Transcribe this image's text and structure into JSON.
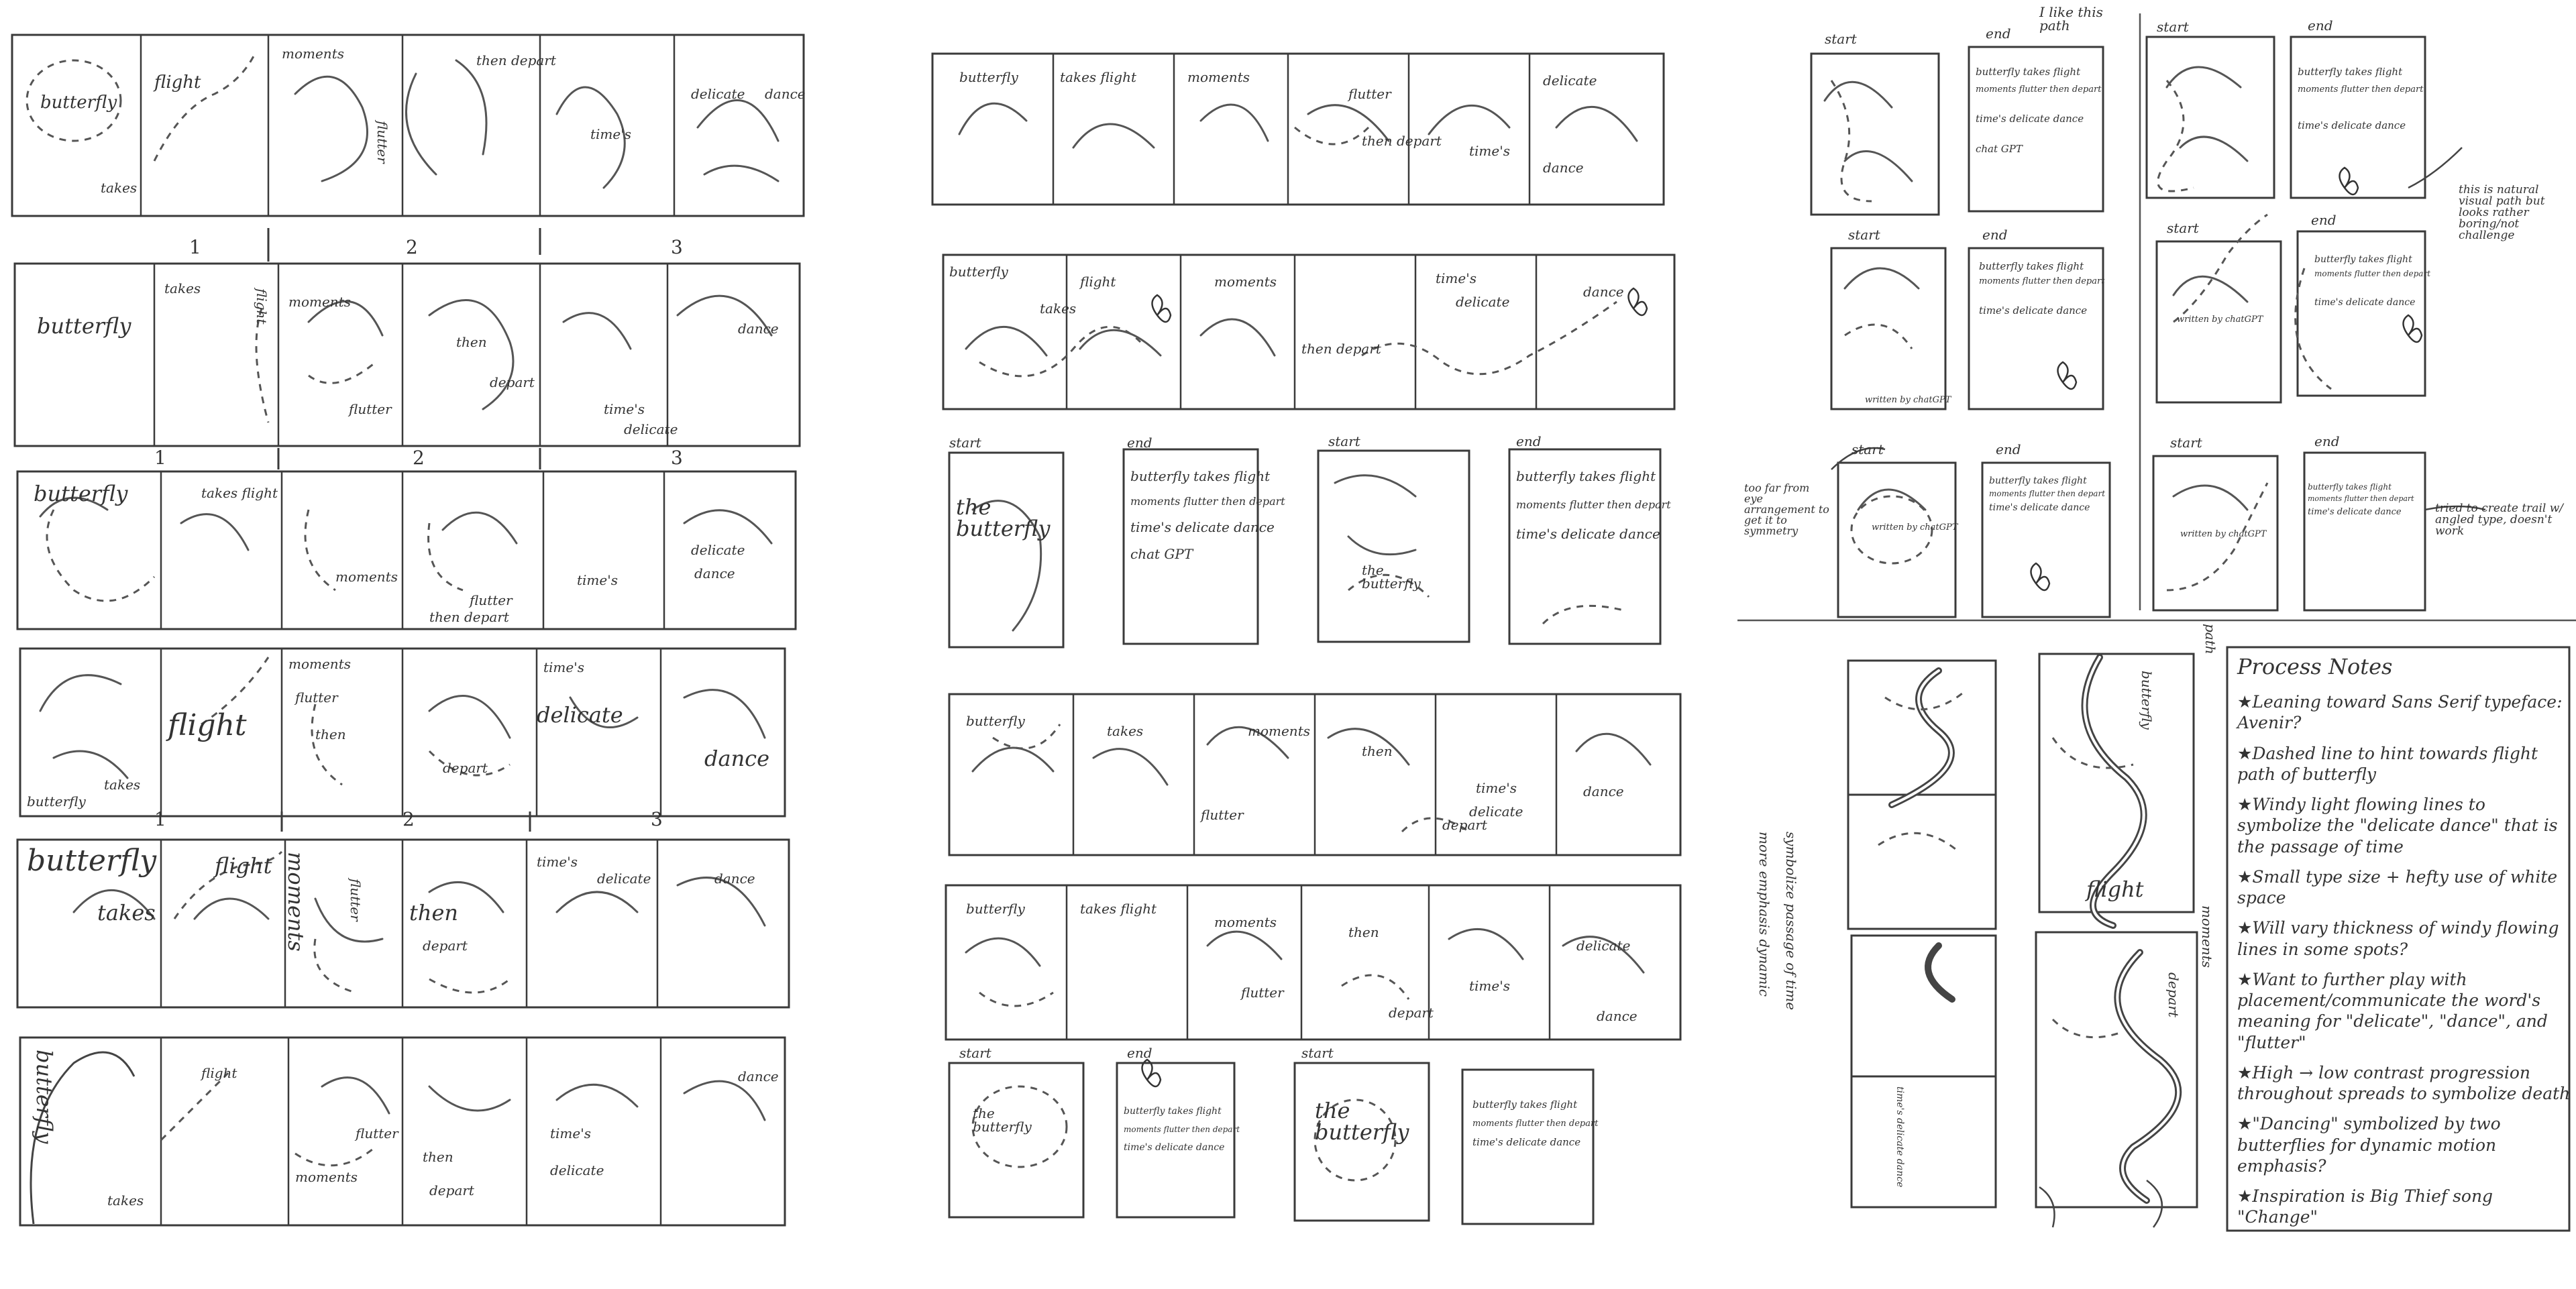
{
  "sheet1": {
    "numbers": [
      "1",
      "2",
      "3"
    ],
    "strips": [
      {
        "labels": [
          "butterfly",
          "takes",
          "flight",
          "moments",
          "flutter",
          "then depart",
          "time's",
          "delicate",
          "dance"
        ]
      },
      {
        "labels": [
          "butterfly",
          "takes",
          "flight",
          "moments",
          "flutter",
          "then",
          "depart",
          "time's",
          "delicate",
          "dance"
        ]
      },
      {
        "labels": [
          "butterfly",
          "takes flight",
          "moments",
          "flutter",
          "then depart",
          "time's",
          "delicate",
          "dance"
        ]
      },
      {
        "labels": [
          "butterfly",
          "takes",
          "flight",
          "moments",
          "flutter",
          "then",
          "depart",
          "time's",
          "delicate",
          "dance"
        ]
      },
      {
        "labels": [
          "butterfly",
          "takes",
          "flight",
          "moments",
          "flutter",
          "then",
          "depart",
          "time's",
          "delicate",
          "dance"
        ]
      },
      {
        "labels": [
          "butterfly",
          "takes",
          "flight",
          "moments",
          "flutter",
          "then",
          "depart",
          "time's",
          "delicate",
          "dance"
        ]
      }
    ]
  },
  "sheet2": {
    "strip1": [
      "butterfly",
      "takes flight",
      "moments",
      "flutter",
      "then depart",
      "time's",
      "delicate",
      "dance"
    ],
    "strip2": [
      "butterfly",
      "takes",
      "flight",
      "moments",
      "then depart",
      "time's",
      "delicate",
      "dance"
    ],
    "strip3": [
      "butterfly",
      "takes",
      "moments",
      "flutter",
      "then",
      "depart",
      "time's",
      "delicate",
      "dance"
    ],
    "strip4": [
      "butterfly",
      "takes flight",
      "moments",
      "flutter",
      "then",
      "depart",
      "time's",
      "delicate",
      "dance"
    ],
    "start": "start",
    "end": "end",
    "page_start_text": "the butterfly",
    "page_end_lines": [
      "butterfly takes flight",
      "moments flutter then depart",
      "time's delicate dance",
      "chat GPT"
    ]
  },
  "sheet3": {
    "start": "start",
    "end": "end",
    "top_note": "I like this path",
    "poem_lines": [
      "butterfly takes flight",
      "moments flutter then depart",
      "time's delicate dance",
      "chat GPT"
    ],
    "written_by": "written by chatGPT",
    "margin_notes": [
      "this is natural visual path but looks rather boring/not challenge",
      "tried to create trail w/ angled type, doesn't work",
      "too far from eye arrangement to get it to symmetry"
    ],
    "side_notes": [
      "time's delicate dance",
      "flight",
      "butterfly",
      "depart",
      "moments",
      "path",
      "more emphasis dynamic",
      "symbolize passage of time"
    ],
    "process_notes": {
      "title": "Process Notes",
      "items": [
        "Leaning toward Sans Serif typeface: Avenir?",
        "Dashed line to hint towards flight path of butterfly",
        "Windy light flowing lines to symbolize the \"delicate dance\" that is the passage of time",
        "Small type size + hefty use of white space",
        "Will vary thickness of windy flowing lines in some spots?",
        "Want to further play with placement/communicate the word's meaning for \"delicate\", \"dance\", and \"flutter\"",
        "High → low contrast progression throughout spreads to symbolize death",
        "\"Dancing\" symbolized by two butterflies for dynamic motion emphasis?",
        "Inspiration is Big Thief song \"Change\""
      ]
    }
  }
}
